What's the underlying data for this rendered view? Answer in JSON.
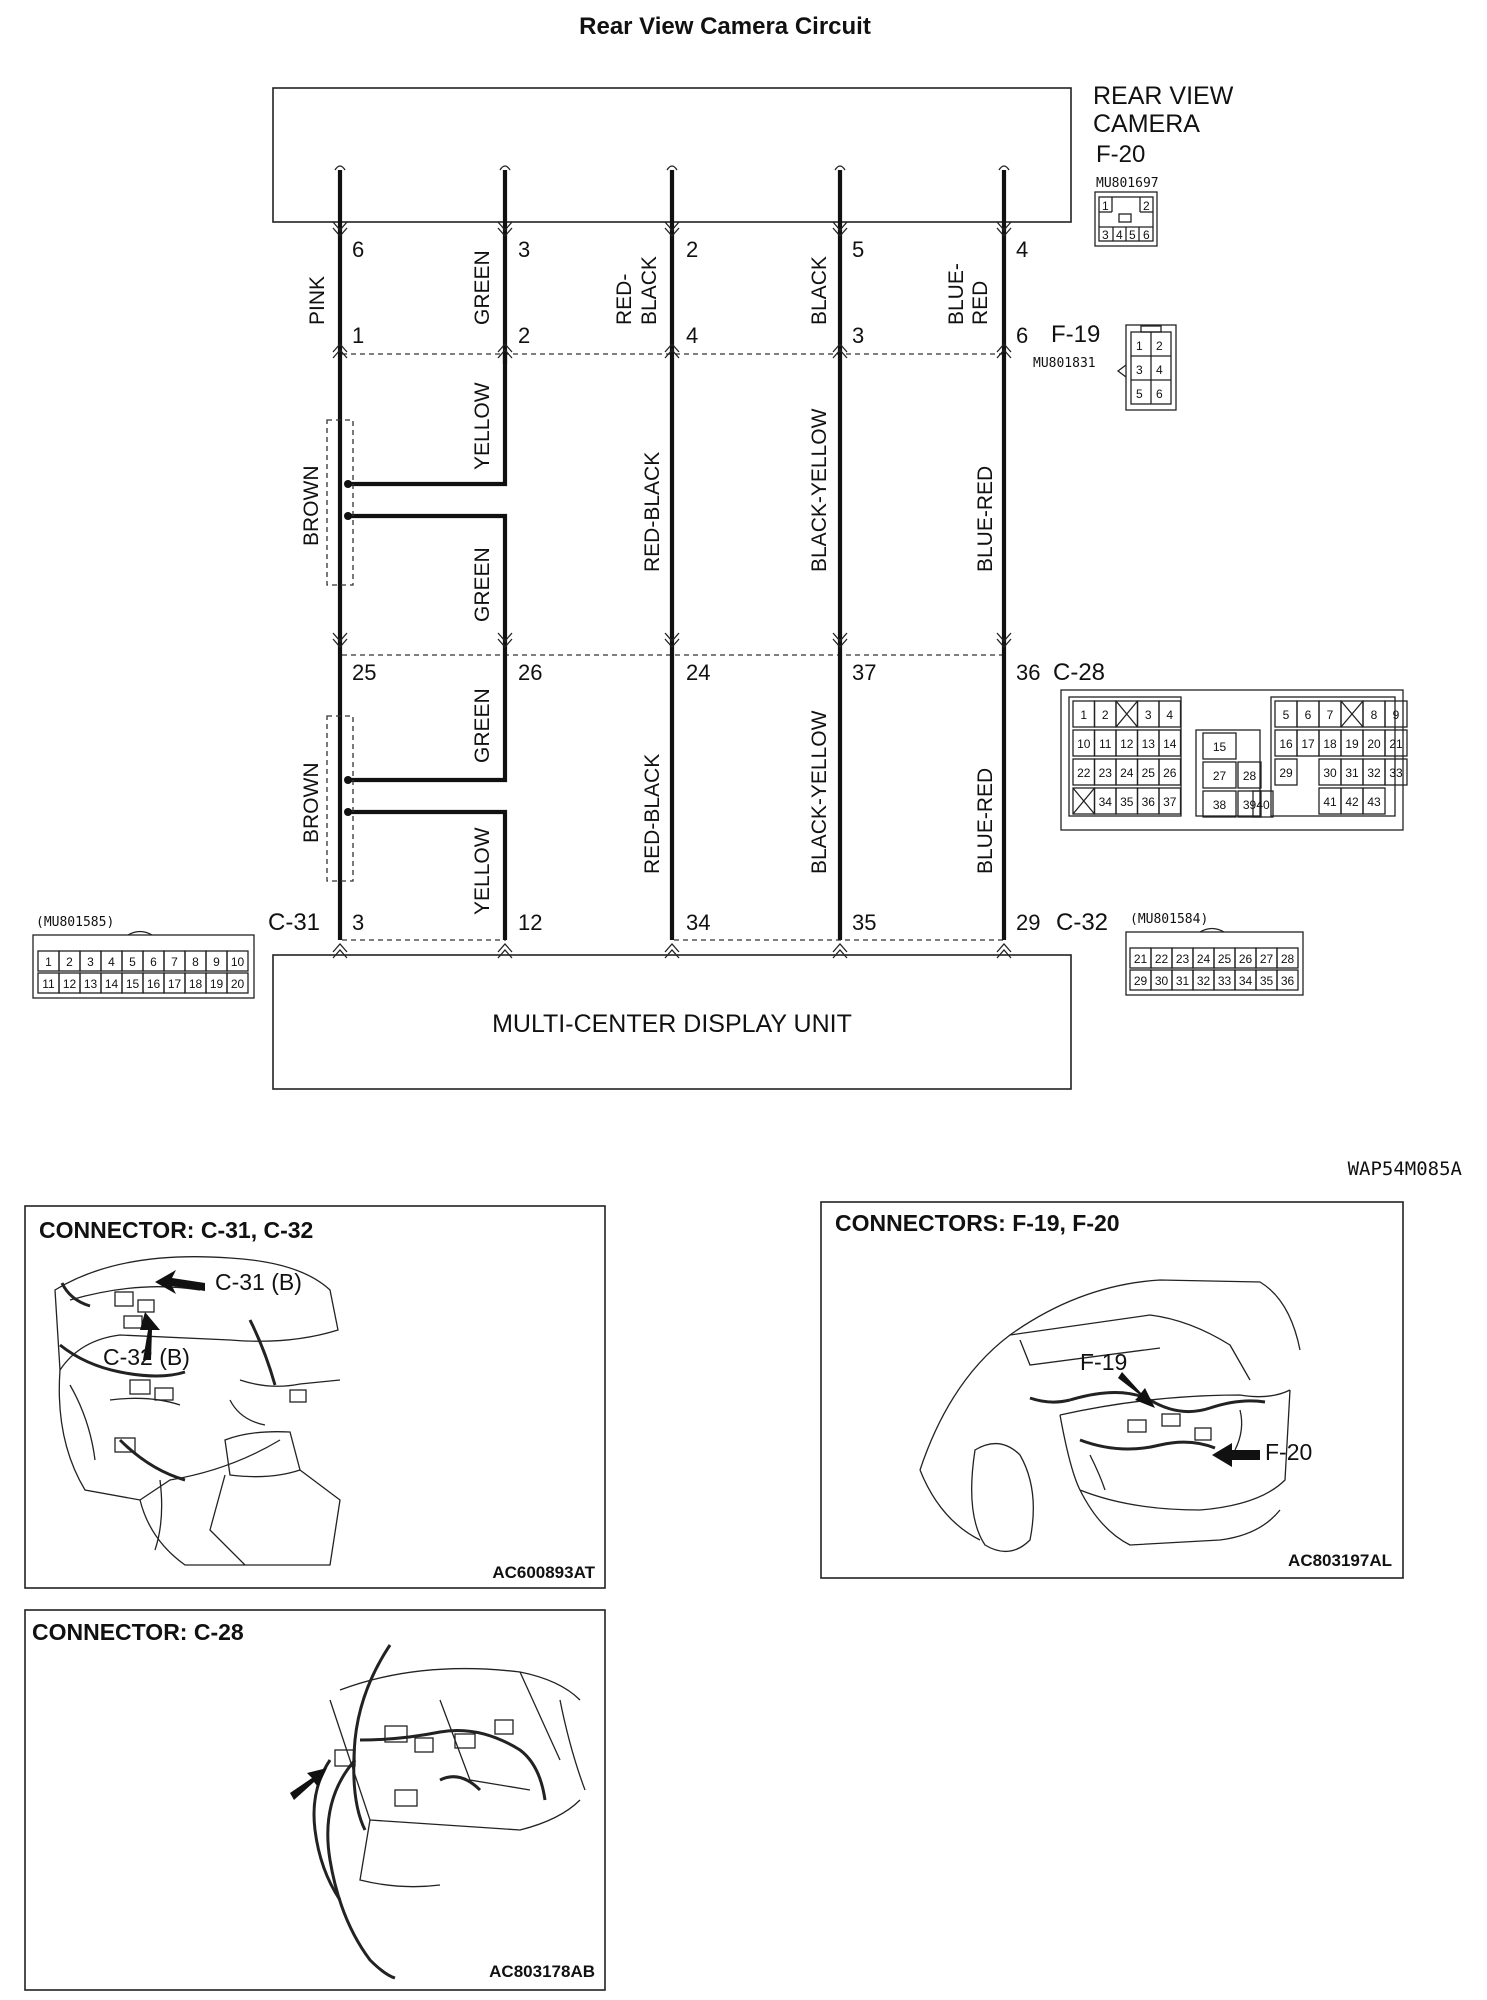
{
  "title": "Rear View Camera Circuit",
  "diagram_code": "WAP54M085A",
  "camera": {
    "label_line1": "REAR VIEW",
    "label_line2": "CAMERA",
    "connector": "F-20",
    "part_no": "MU801697",
    "pins": [
      "1",
      "2",
      "3",
      "4",
      "5",
      "6"
    ]
  },
  "f19": {
    "connector": "F-19",
    "part_no": "MU801831",
    "pins": [
      "1",
      "2",
      "3",
      "4",
      "5",
      "6"
    ]
  },
  "c28": {
    "connector": "C-28",
    "pins": [
      "1",
      "2",
      "3",
      "4",
      "5",
      "6",
      "7",
      "8",
      "9",
      "10",
      "11",
      "12",
      "13",
      "14",
      "15",
      "16",
      "17",
      "18",
      "19",
      "20",
      "21",
      "22",
      "23",
      "24",
      "25",
      "26",
      "27",
      "28",
      "29",
      "30",
      "31",
      "32",
      "33",
      "34",
      "35",
      "36",
      "37",
      "38",
      "39",
      "40",
      "41",
      "42",
      "43"
    ]
  },
  "c31": {
    "connector": "C-31",
    "part_no": "(MU801585)",
    "pins": [
      "1",
      "2",
      "3",
      "4",
      "5",
      "6",
      "7",
      "8",
      "9",
      "10",
      "11",
      "12",
      "13",
      "14",
      "15",
      "16",
      "17",
      "18",
      "19",
      "20"
    ]
  },
  "c32": {
    "connector": "C-32",
    "part_no": "(MU801584)",
    "pins": [
      "21",
      "22",
      "23",
      "24",
      "25",
      "26",
      "27",
      "28",
      "29",
      "30",
      "31",
      "32",
      "33",
      "34",
      "35",
      "36"
    ]
  },
  "display_unit": {
    "label": "MULTI-CENTER DISPLAY UNIT"
  },
  "wires": [
    {
      "f20_pin": "6",
      "f19_pin": "1",
      "c28_pin": "25",
      "unit_connector": "C-31",
      "unit_pin": "3",
      "upper_color": "PINK",
      "mid_color": "BROWN",
      "low_color": "BROWN"
    },
    {
      "f20_pin": "3",
      "f19_pin": "2",
      "c28_pin": "26",
      "unit_connector": "",
      "unit_pin": "12",
      "upper_color": "GREEN",
      "mid_colors": [
        "YELLOW",
        "GREEN"
      ],
      "low_colors": [
        "GREEN",
        "YELLOW"
      ]
    },
    {
      "f20_pin": "2",
      "f19_pin": "4",
      "c28_pin": "24",
      "unit_connector": "",
      "unit_pin": "34",
      "upper_color_line1": "RED-",
      "upper_color_line2": "BLACK",
      "mid_color": "RED-BLACK",
      "low_color": "RED-BLACK"
    },
    {
      "f20_pin": "5",
      "f19_pin": "3",
      "c28_pin": "37",
      "unit_connector": "",
      "unit_pin": "35",
      "upper_color": "BLACK",
      "mid_color": "BLACK-YELLOW",
      "low_color": "BLACK-YELLOW"
    },
    {
      "f20_pin": "4",
      "f19_pin": "6",
      "c28_pin": "36",
      "unit_connector": "C-32",
      "unit_pin": "29",
      "upper_color_line1": "BLUE-",
      "upper_color_line2": "RED",
      "mid_color": "BLUE-RED",
      "low_color": "BLUE-RED"
    }
  ],
  "locators": [
    {
      "heading": "CONNECTOR: C-31, C-32",
      "callouts": [
        "C-31 (B)",
        "C-32 (B)"
      ],
      "code": "AC600893AT"
    },
    {
      "heading": "CONNECTORS: F-19, F-20",
      "callouts": [
        "F-19",
        "F-20"
      ],
      "code": "AC803197AL"
    },
    {
      "heading": "CONNECTOR: C-28",
      "callouts": [],
      "code": "AC803178AB"
    }
  ]
}
